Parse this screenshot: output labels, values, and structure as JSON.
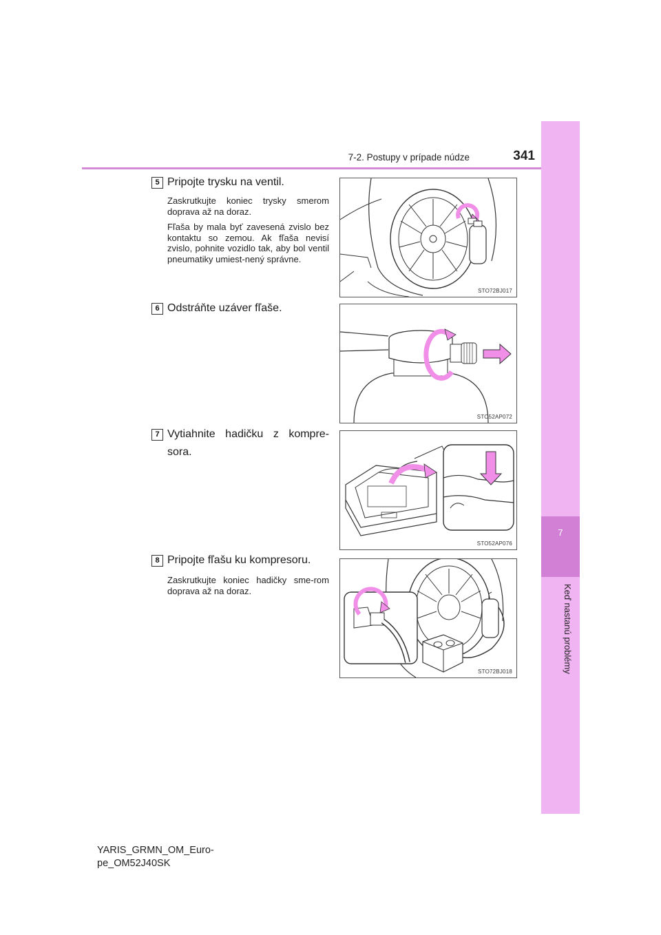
{
  "header": {
    "section_title": "7-2. Postupy v prípade núdze",
    "page_number": "341"
  },
  "side_tab": {
    "chapter_number": "7",
    "chapter_title": "Keď nastanú problémy"
  },
  "steps": [
    {
      "number": "5",
      "title": "Pripojte trysku na ventil.",
      "paragraphs": [
        "Zaskrutkujte koniec trysky smerom doprava až na doraz.",
        "Fľaša by mala byť zavesená zvislo bez kontaktu so zemou. Ak fľaša nevisí zvislo, pohnite vozidlo tak, aby bol ventil pneumatiky umiest-nený správne."
      ],
      "figure_code": "STO72BJ017"
    },
    {
      "number": "6",
      "title": "Odstráňte uzáver fľaše.",
      "paragraphs": [],
      "figure_code": "STO52AP072"
    },
    {
      "number": "7",
      "title": "Vytiahnite hadičku z kompre-sora.",
      "paragraphs": [],
      "figure_code": "STO52AP076"
    },
    {
      "number": "8",
      "title": "Pripojte fľašu ku kompresoru.",
      "paragraphs": [
        "Zaskrutkujte koniec hadičky sme-rom doprava až na doraz."
      ],
      "figure_code": "STO72BJ018"
    }
  ],
  "footer": {
    "doc_id_line1": "YARIS_GRMN_OM_Euro-",
    "doc_id_line2": "pe_OM52J40SK"
  },
  "colors": {
    "accent_light": "#f0b4f2",
    "accent_dark": "#d27fd6",
    "rule": "#d58ad8",
    "arrow_pink": "#f08ee8"
  }
}
